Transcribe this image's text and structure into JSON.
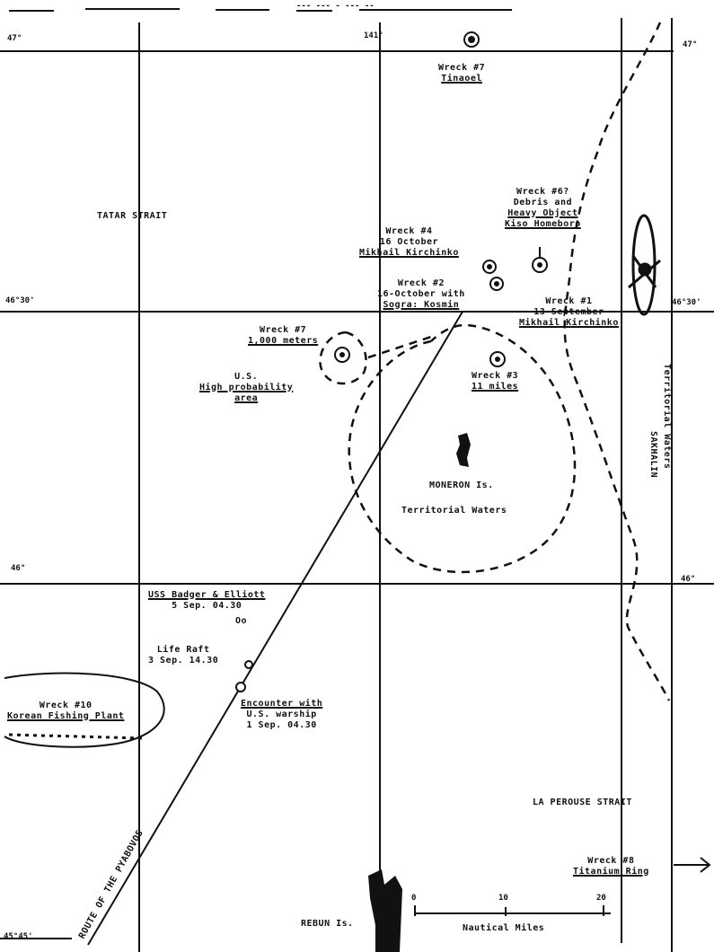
{
  "coords": {
    "top_left": "47°",
    "top_center": "141°",
    "top_right": "47°",
    "mid_left": "46°30'",
    "mid_right": "46°30'",
    "low_left": "46°",
    "low_right": "46°",
    "bottom_left": "45°45'"
  },
  "places": {
    "tatar_strait": "TATAR STRAIT",
    "moneron_name": "MONERON Is.",
    "moneron_waters": "Territorial Waters",
    "sakhalin_name": "SAKHALIN",
    "sakhalin_waters": "Territorial Waters",
    "la_perouse": "LA PEROUSE STRAIT",
    "rebun": "REBUN Is.",
    "route": "ROUTE OF THE PYABOVOS"
  },
  "wrecks": {
    "w7a": {
      "title": "Wreck #7",
      "sub": "Tinaoel"
    },
    "w6": {
      "title": "Wreck #6?",
      "l2": "Debris and",
      "l3": "Heavy Object",
      "l4": "Kiso Homeboro"
    },
    "w4": {
      "title": "Wreck #4",
      "date": "16 October",
      "sub": "Mikhail Kirchinko"
    },
    "w2": {
      "title": "Wreck #2",
      "date": "16-October with",
      "sub": "Sogra: Kosmin"
    },
    "w1": {
      "title": "Wreck #1",
      "date": "13 September",
      "sub": "Mikhail Kirchinko"
    },
    "w7b": {
      "title": "Wreck #7",
      "sub": "1,000 meters"
    },
    "us": {
      "title": "U.S.",
      "sub": "High probability",
      "sub2": "area"
    },
    "w3": {
      "title": "Wreck #3",
      "sub": "11 miles"
    },
    "w10": {
      "title": "Wreck #10",
      "sub": "Korean Fishing Plant"
    },
    "w8": {
      "title": "Wreck #8",
      "sub": "Titanium Ring"
    }
  },
  "events": {
    "e1_title": "USS Badger & Elliott",
    "e1_date": "5 Sep. 04.30",
    "e1_mark": "Oo",
    "e2_title": "Life Raft",
    "e2_date": "3 Sep. 14.30",
    "e3_l1": "Encounter with",
    "e3_l2": "U.S. warship",
    "e3_l3": "1 Sep. 04.30"
  },
  "scale": {
    "t0": "0",
    "t10": "10",
    "t20": "20",
    "label": "Nautical Miles"
  },
  "header": {
    "scrap": "--- ---  - --- --"
  },
  "colors": {
    "ink": "#111111",
    "paper": "#ffffff"
  }
}
